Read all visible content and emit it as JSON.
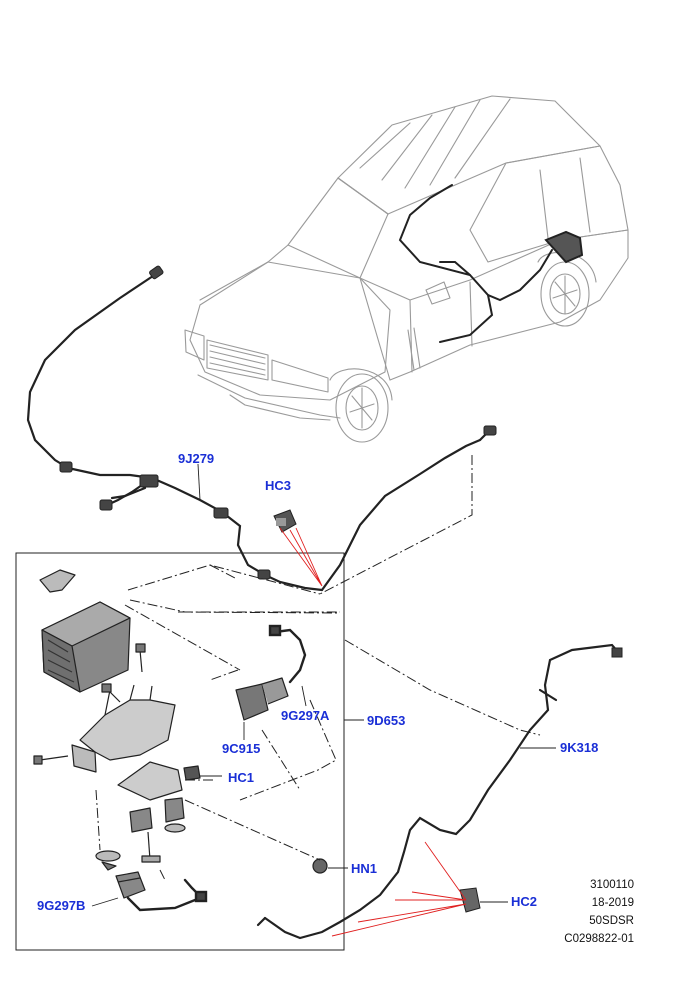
{
  "callouts": {
    "c9J279": "9J279",
    "cHC3": "HC3",
    "c9G297A": "9G297A",
    "c9D653": "9D653",
    "c9C915": "9C915",
    "cHC1": "HC1",
    "c9K318": "9K318",
    "cHN1": "HN1",
    "cHC2": "HC2",
    "c9G297B": "9G297B"
  },
  "reference": {
    "line1": "3100110",
    "line2": "18-2019",
    "line3": "50SDSR",
    "line4": "C0298822-01"
  },
  "colors": {
    "callout": "#1a2fd6",
    "line": "#222222",
    "leader_red": "#e02020",
    "vehicle_outline": "#9a9a9a"
  }
}
